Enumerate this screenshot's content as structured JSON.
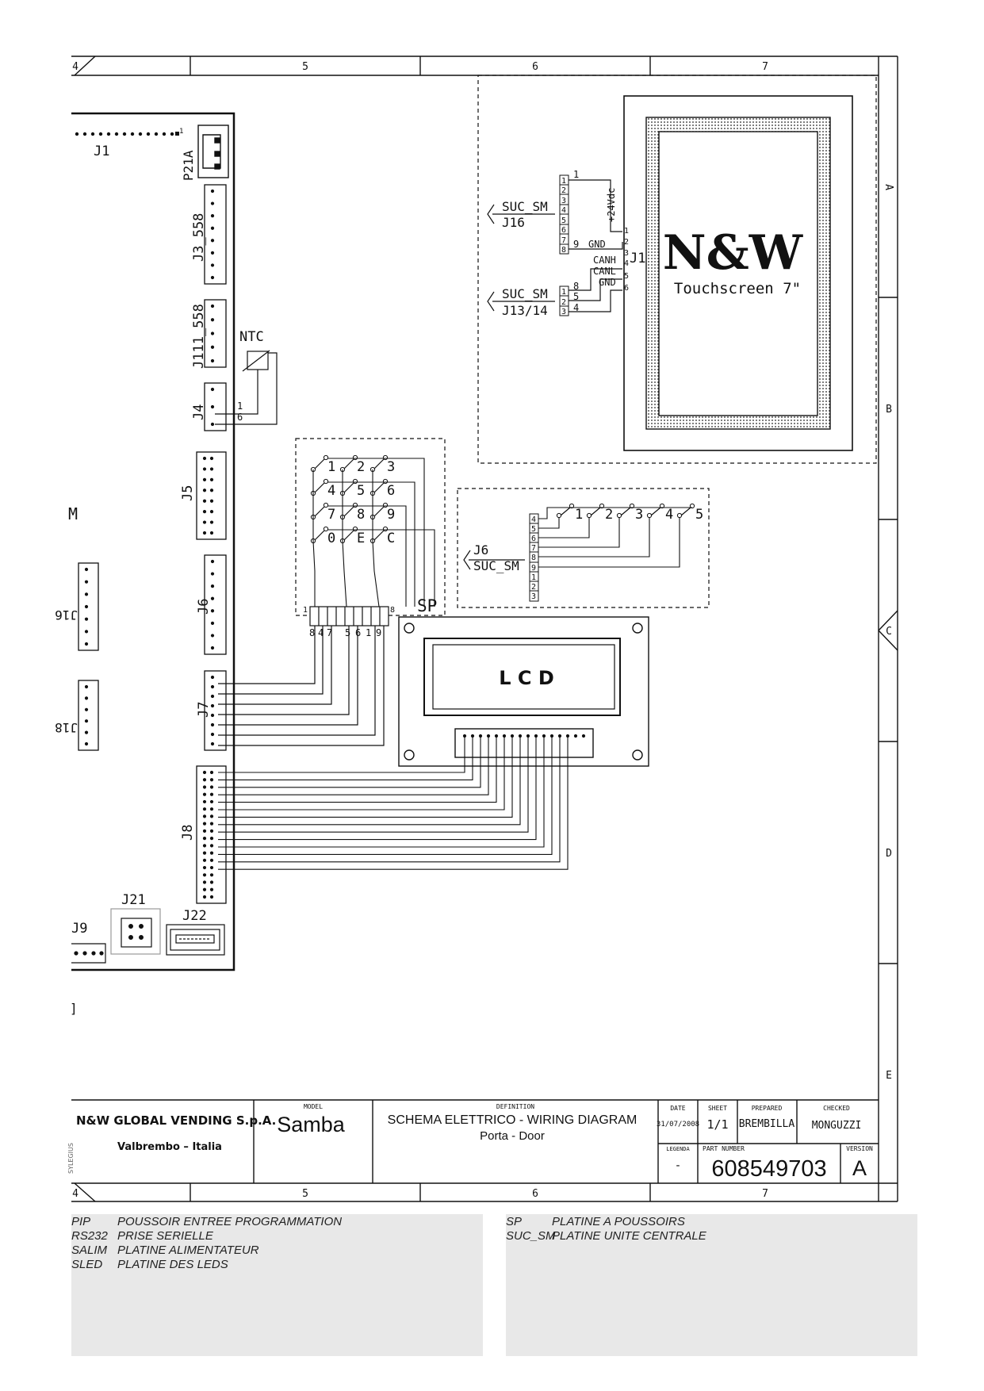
{
  "frame": {
    "columns": [
      "4",
      "5",
      "6",
      "7"
    ],
    "rows": [
      "A",
      "B",
      "C",
      "D",
      "E"
    ]
  },
  "screen": {
    "brand": "N&W",
    "name": "Touchscreen 7\"",
    "connector": "J1",
    "pins": [
      "1",
      "2",
      "3",
      "4",
      "5",
      "6"
    ],
    "signals": {
      "v24": "+24Vdc",
      "gnd1": "GND",
      "canh": "CANH",
      "canl": "CANL",
      "gnd2": "GND"
    }
  },
  "suc_links": {
    "j16_name": "SUC_SM",
    "j16_conn": "J16",
    "j16_pins": [
      "1",
      "2",
      "3",
      "4",
      "5",
      "6",
      "7",
      "8"
    ],
    "j16_notes": [
      "1",
      "9"
    ],
    "j1314_name": "SUC_SM",
    "j1314_conn": "J13/14",
    "j1314_pins": [
      "1",
      "2",
      "3"
    ],
    "j1314_notes": [
      "8",
      "5",
      "4"
    ]
  },
  "board": {
    "j1": "J1",
    "p21a": "P21A",
    "j3": "J3_558",
    "j111": "J111_558",
    "j4": "J4",
    "j5": "J5",
    "j6": "J6",
    "j7": "J7",
    "j8": "J8",
    "j9": "J9",
    "j16": "J16",
    "j18": "J18",
    "j21": "J21",
    "j22": "J22",
    "cut_m": "M",
    "cut_bracket": "]",
    "pin_one": "1",
    "j4_pins": [
      "1",
      "6"
    ]
  },
  "ntc": {
    "label": "NTC"
  },
  "keypad": {
    "keys": [
      "1",
      "2",
      "3",
      "4",
      "5",
      "6",
      "7",
      "8",
      "9",
      "0",
      "E",
      "C"
    ],
    "label": "SP",
    "end_pins": [
      "1",
      "8"
    ],
    "pins": [
      "8",
      "4",
      "7",
      "5",
      "6",
      "1",
      "9"
    ]
  },
  "leds_board": {
    "conn": "J6",
    "name": "SUC_SM",
    "pins": [
      "4",
      "5",
      "6",
      "7",
      "8",
      "9",
      "1",
      "2",
      "3"
    ],
    "switches": [
      "1",
      "2",
      "3",
      "4",
      "5"
    ]
  },
  "lcd": {
    "label": "L C D"
  },
  "title_block": {
    "company": "N&W GLOBAL VENDING S.p.A.",
    "location": "Valbrembo – Italia",
    "side_text": "SYLEGIUS",
    "model_caption": "MODEL",
    "model": "Samba",
    "definition_caption": "DEFINITION",
    "definition_line1": "SCHEMA ELETTRICO - WIRING DIAGRAM",
    "definition_line2": "Porta - Door",
    "date_caption": "DATE",
    "date": "31/07/2008",
    "sheet_caption": "SHEET",
    "sheet": "1/1",
    "prepared_caption": "PREPARED",
    "prepared": "BREMBILLA",
    "checked_caption": "CHECKED",
    "checked": "MONGUZZI",
    "legenda_caption": "LEGENDA",
    "legenda": "-",
    "part_caption": "PART NUMBER",
    "part_number": "608549703",
    "version_caption": "VERSION",
    "version": "A"
  },
  "legend_left": [
    {
      "abbr": "PIP",
      "desc": "POUSSOIR ENTREE PROGRAMMATION"
    },
    {
      "abbr": "RS232",
      "desc": "PRISE SERIELLE"
    },
    {
      "abbr": "SALIM",
      "desc": "PLATINE ALIMENTATEUR"
    },
    {
      "abbr": "SLED",
      "desc": "PLATINE DES LEDS"
    }
  ],
  "legend_right": [
    {
      "abbr": "SP",
      "desc": "PLATINE A POUSSOIRS"
    },
    {
      "abbr": "SUC_SM",
      "desc": "PLATINE UNITE CENTRALE"
    }
  ]
}
